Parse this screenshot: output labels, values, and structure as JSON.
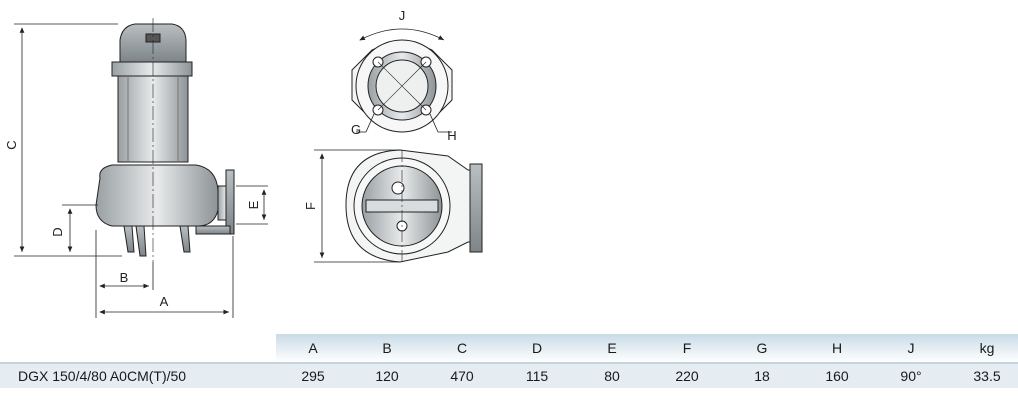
{
  "dimension_letters": {
    "side": [
      "C",
      "D",
      "B",
      "A",
      "E"
    ],
    "top": [
      "J",
      "G",
      "H"
    ],
    "bottom": [
      "F"
    ]
  },
  "table": {
    "headers": [
      "A",
      "B",
      "C",
      "D",
      "E",
      "F",
      "G",
      "H",
      "J",
      "kg"
    ],
    "rows": [
      {
        "model": "DGX 150/4/80 A0CM(T)/50",
        "values": [
          "295",
          "120",
          "470",
          "115",
          "80",
          "220",
          "18",
          "160",
          "90°",
          "33.5"
        ]
      }
    ]
  }
}
